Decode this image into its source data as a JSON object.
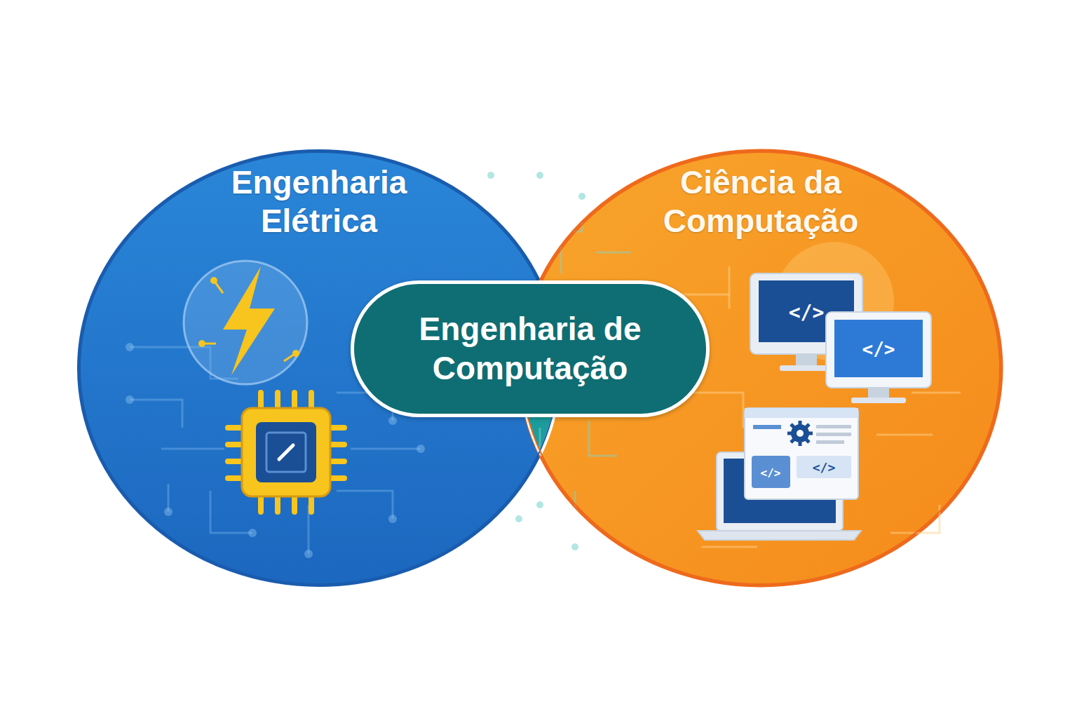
{
  "diagram": {
    "nodes": [
      {
        "text": [
          "Engenharia Elétrica"
        ]
      },
      {
        "text": [
          "Ciência da Computação"
        ]
      },
      {
        "text": [
          "Engenharia de Computação"
        ]
      }
    ]
  }
}
